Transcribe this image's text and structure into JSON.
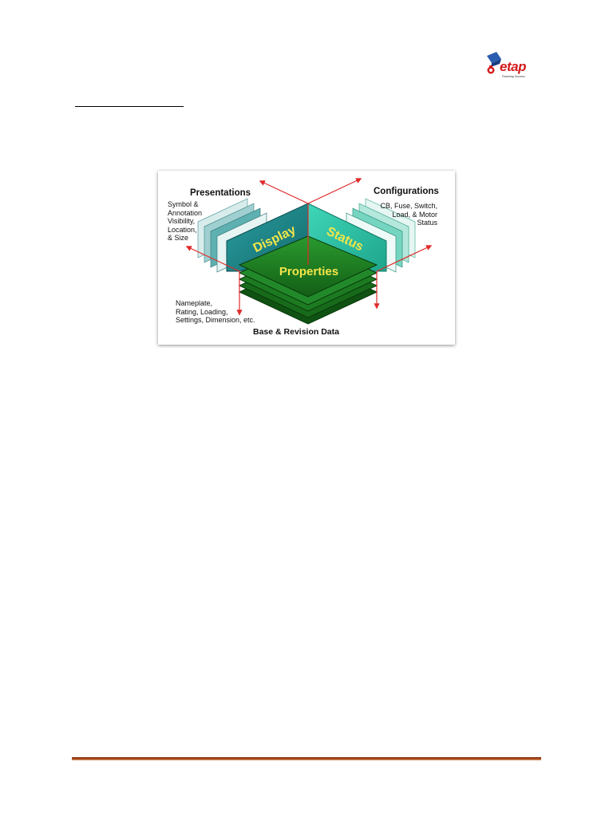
{
  "logo": {
    "text": "etap",
    "tagline": "Powering Success",
    "brand_color": "#d41b1b"
  },
  "figure": {
    "presentations": {
      "heading": "Presentations",
      "lines": [
        "Symbol &",
        "Annotation",
        "Visibility,",
        "Location,",
        "& Size"
      ]
    },
    "configurations": {
      "heading": "Configurations",
      "lines": [
        "CB, Fuse, Switch,",
        "Load, & Motor",
        "Status"
      ]
    },
    "display_label": "Display",
    "status_label": "Status",
    "properties_label": "Properties",
    "properties_notes": [
      "Nameplate,",
      "Rating, Loading,",
      "Settings, Dimension, etc."
    ],
    "base_label": "Base & Revision Data",
    "colors": {
      "display_face": "#1e8a8c",
      "status_face": "#2fc2a6",
      "properties_face": "#1f7a22",
      "label_yellow": "#f3e64a",
      "axis_red": "#e02a2a"
    }
  }
}
